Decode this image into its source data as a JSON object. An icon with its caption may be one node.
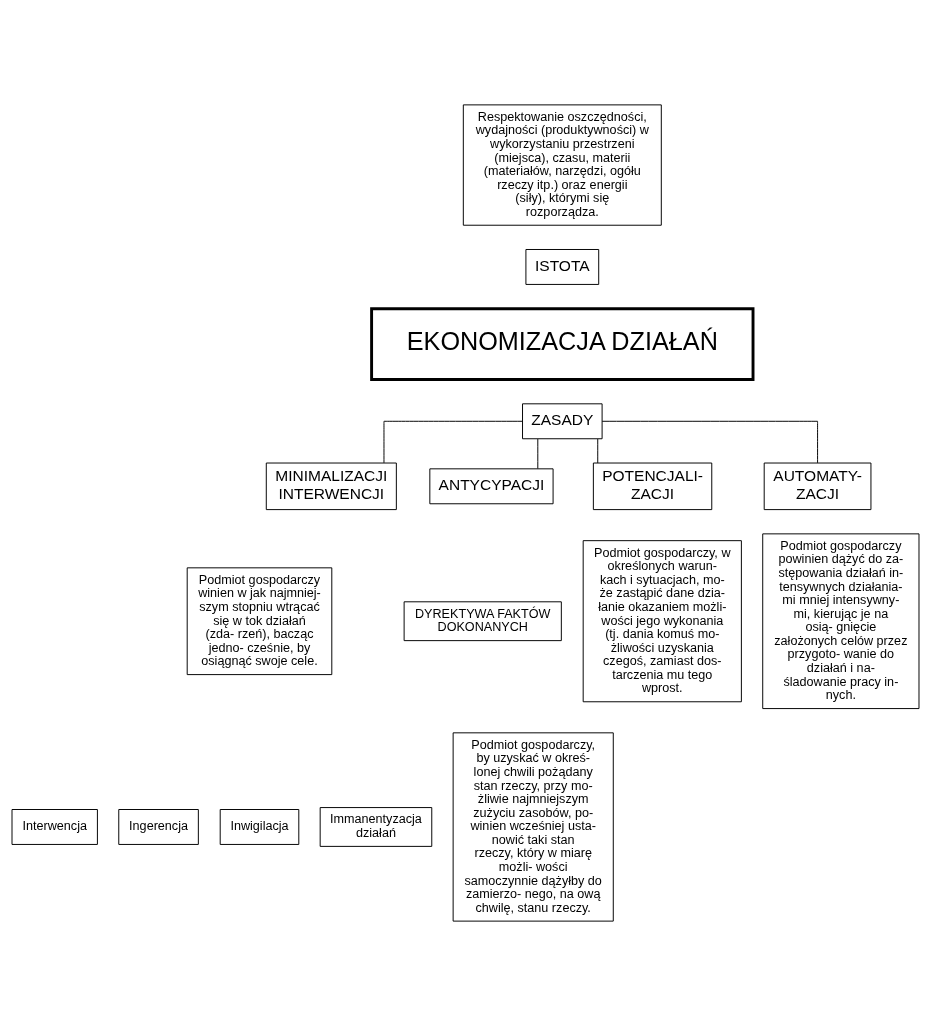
{
  "diagram": {
    "nodes": [
      {
        "text": [
          "Respektowanie oszczędności, wydajności (produktywności) w wykorzystaniu przestrzeni (miejsca), czasu, materii (materiałów, narzędzi, ogółu rzeczy itp.) oraz energii (siły), którymi się rozporządza."
        ]
      },
      {
        "text": [
          "ISTOTA"
        ]
      },
      {
        "text": [
          "EKONOMIZACJA DZIAŁAŃ"
        ]
      },
      {
        "text": [
          "ZASADY"
        ]
      },
      {
        "text": [
          "MINIMALIZACJI INTERWENCJI"
        ]
      },
      {
        "text": [
          "Podmiot gospodarczy winien w jak najmniej- szym stopniu wtrącać się w tok działań (zda- rzeń), bacząc jedno- cześnie, by osiągnąć swoje cele."
        ]
      },
      {
        "text": [
          "Interwencja"
        ]
      },
      {
        "text": [
          "Ingerencja"
        ]
      },
      {
        "text": [
          "Inwigilacja"
        ]
      },
      {
        "text": [
          "Immanentyzacja działań"
        ]
      },
      {
        "text": [
          "ANTYCYPACJI"
        ]
      },
      {
        "text": [
          "DYREKTYWA FAKTÓW DOKONANYCH"
        ]
      },
      {
        "text": [
          "Podmiot gospodarczy, by uzyskać w okreś- lonej chwili pożądany stan rzeczy, przy mo- żliwie najmniejszym zużyciu zasobów, po- winien wcześniej usta- nowić taki stan rzeczy, który w miarę możli- wości samoczynnie dążyłby do zamierzo- nego, na ową chwilę, stanu rzeczy."
        ]
      },
      {
        "text": [
          "POTENCJALI- ZACJI"
        ]
      },
      {
        "text": [
          "Podmiot gospodarczy, w określonych warun- kach i sytuacjach, mo- że zastąpić dane dzia- łanie okazaniem możli- wości jego wykonania (tj. dania komuś mo- żliwości uzyskania czegoś, zamiast dos- tarczenia mu tego wprost."
        ]
      },
      {
        "text": [
          "AUTOMATY- ZACJI"
        ]
      },
      {
        "text": [
          "Podmiot gospodarczy powinien dążyć do za- stępowania działań in- tensywnych działania- mi mniej intensywny- mi, kierując je na osią- gnięcie założonych celów przez przygoto- wanie do działań i na- śladowanie pracy in- nych."
        ]
      }
    ],
    "edges": [
      {
        "from": 3,
        "to": 4,
        "arrow": "none"
      },
      {
        "from": 3,
        "to": 10,
        "arrow": "none"
      },
      {
        "from": 3,
        "to": 13,
        "arrow": "none"
      },
      {
        "from": 3,
        "to": 15,
        "arrow": "none"
      }
    ]
  }
}
